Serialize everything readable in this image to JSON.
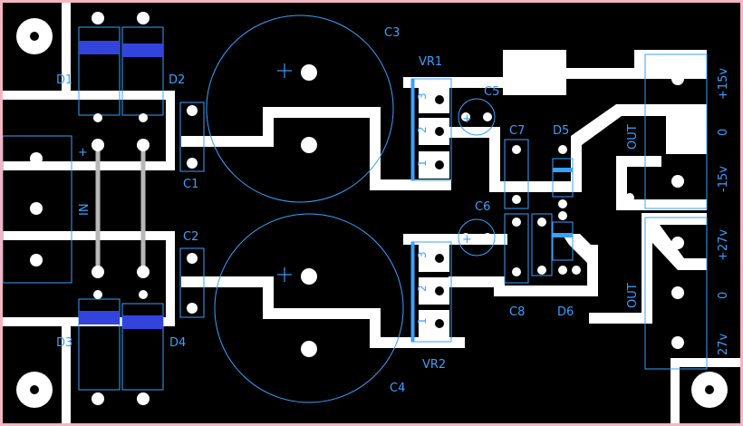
{
  "board": {
    "colors": {
      "background": "#000000",
      "copper": "#ffffff",
      "silk": "#3aa0ff",
      "band": "#3344dd",
      "lead": "#b8b8b8",
      "frame": "#f4b6c2"
    },
    "labels": {
      "d1": "D1",
      "d2": "D2",
      "d3": "D3",
      "d4": "D4",
      "c1": "C1",
      "c2": "C2",
      "c3": "C3",
      "c4": "C4",
      "c5": "C5",
      "c6": "C6",
      "c7": "C7",
      "c8": "C8",
      "d5": "D5",
      "d6": "D6",
      "vr1": "VR1",
      "vr2": "VR2",
      "in": "IN",
      "plus": "+",
      "out1": "OUT",
      "out2": "OUT",
      "p15": "+15v",
      "z1": "0",
      "m15": "-15v",
      "p27": "+27v",
      "z2": "0",
      "v27": "27v",
      "pin1": "1",
      "pin2": "2",
      "pin3": "3",
      "polar": "+"
    }
  }
}
